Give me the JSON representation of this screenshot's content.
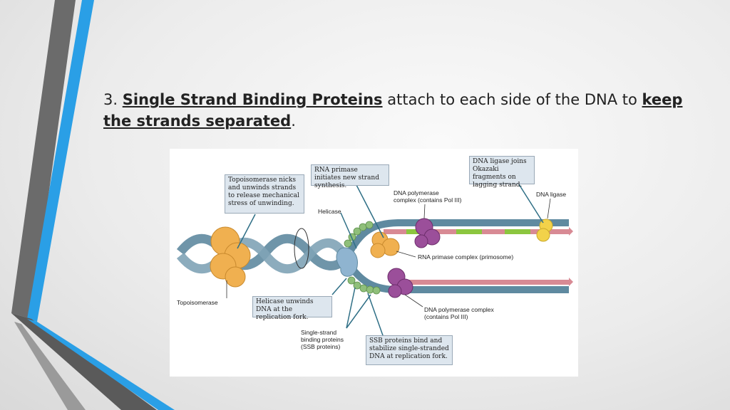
{
  "slide": {
    "number_prefix": "3.",
    "term": "Single Strand Binding Proteins",
    "middle_text": "attach to each side of the DNA to",
    "emphasis": "keep the strands separated",
    "end_punct": "."
  },
  "figure": {
    "callouts": {
      "topoisomerase_note": "Topoisomerase nicks and unwinds strands to release mechanical stress of unwinding.",
      "primase_note": "RNA primase initiates new strand synthesis.",
      "ligase_note": "DNA ligase joins Okazaki fragments on lagging strand.",
      "helicase_note": "Helicase unwinds DNA at the replication fork.",
      "ssb_note": "SSB proteins bind and stabilize single-stranded DNA at replication fork."
    },
    "labels": {
      "helicase": "Helicase",
      "pol_complex_top_1": "DNA polymerase",
      "pol_complex_top_2": "complex (contains Pol III)",
      "dna_ligase": "DNA ligase",
      "primosome": "RNA primase complex (primosome)",
      "topoisomerase": "Topoisomerase",
      "ssb_1": "Single-strand",
      "ssb_2": "binding proteins",
      "ssb_3": "(SSB proteins)",
      "pol_complex_bottom_1": "DNA polymerase complex",
      "pol_complex_bottom_2": "(contains Pol III)"
    },
    "colors": {
      "dna_strand": "#5f8aa0",
      "rna_primer": "#d88a94",
      "okazaki_green": "#8cc63f",
      "ssb_green": "#8fbf7a",
      "topoisomerase": "#f0b050",
      "polymerase": "#9b4f9a",
      "helicase": "#8fb4d0",
      "ligase": "#f2d24a"
    }
  },
  "decor": {
    "accent_blue": "#2a9fe6",
    "accent_gray": "#5a5a5a"
  }
}
